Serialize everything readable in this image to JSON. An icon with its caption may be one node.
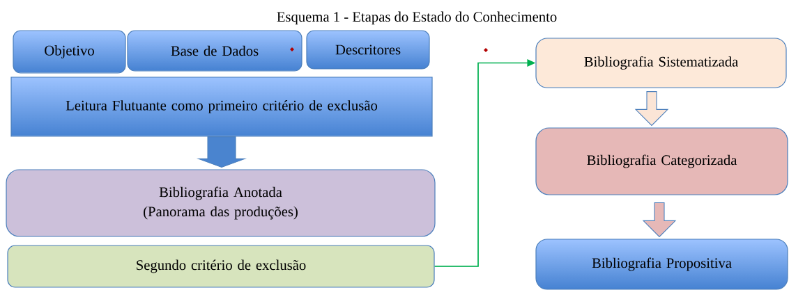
{
  "diagram": {
    "title": "Esquema 1 - Etapas do Estado do Conhecimento",
    "nodes": [
      {
        "text": [
          "Objetivo"
        ]
      },
      {
        "text": [
          "Base de Dados"
        ]
      },
      {
        "text": [
          "Descritores"
        ]
      },
      {
        "text": [
          "Leitura Flutuante como primeiro critério de exclusão"
        ]
      },
      {
        "text": [
          "Bibliografia Anotada",
          "(Panorama das produções)"
        ]
      },
      {
        "text": [
          "Segundo critério de exclusão"
        ]
      },
      {
        "text": [
          "Bibliografia Sistematizada"
        ]
      },
      {
        "text": [
          "Bibliografia Categorizada"
        ]
      },
      {
        "text": [
          "Bibliografia Propositiva"
        ]
      }
    ],
    "edges": [
      {
        "from": 3,
        "to": 4,
        "arrow": "to",
        "style": "thick",
        "color": "#4a84cf"
      },
      {
        "from": 5,
        "to": 6,
        "arrow": "to",
        "color": "#00b050"
      },
      {
        "from": 6,
        "to": 7,
        "arrow": "to",
        "style": "thick",
        "color": "#fbe5d6"
      },
      {
        "from": 7,
        "to": 8,
        "arrow": "to",
        "style": "thick",
        "color": "#e6b8b7"
      }
    ]
  }
}
